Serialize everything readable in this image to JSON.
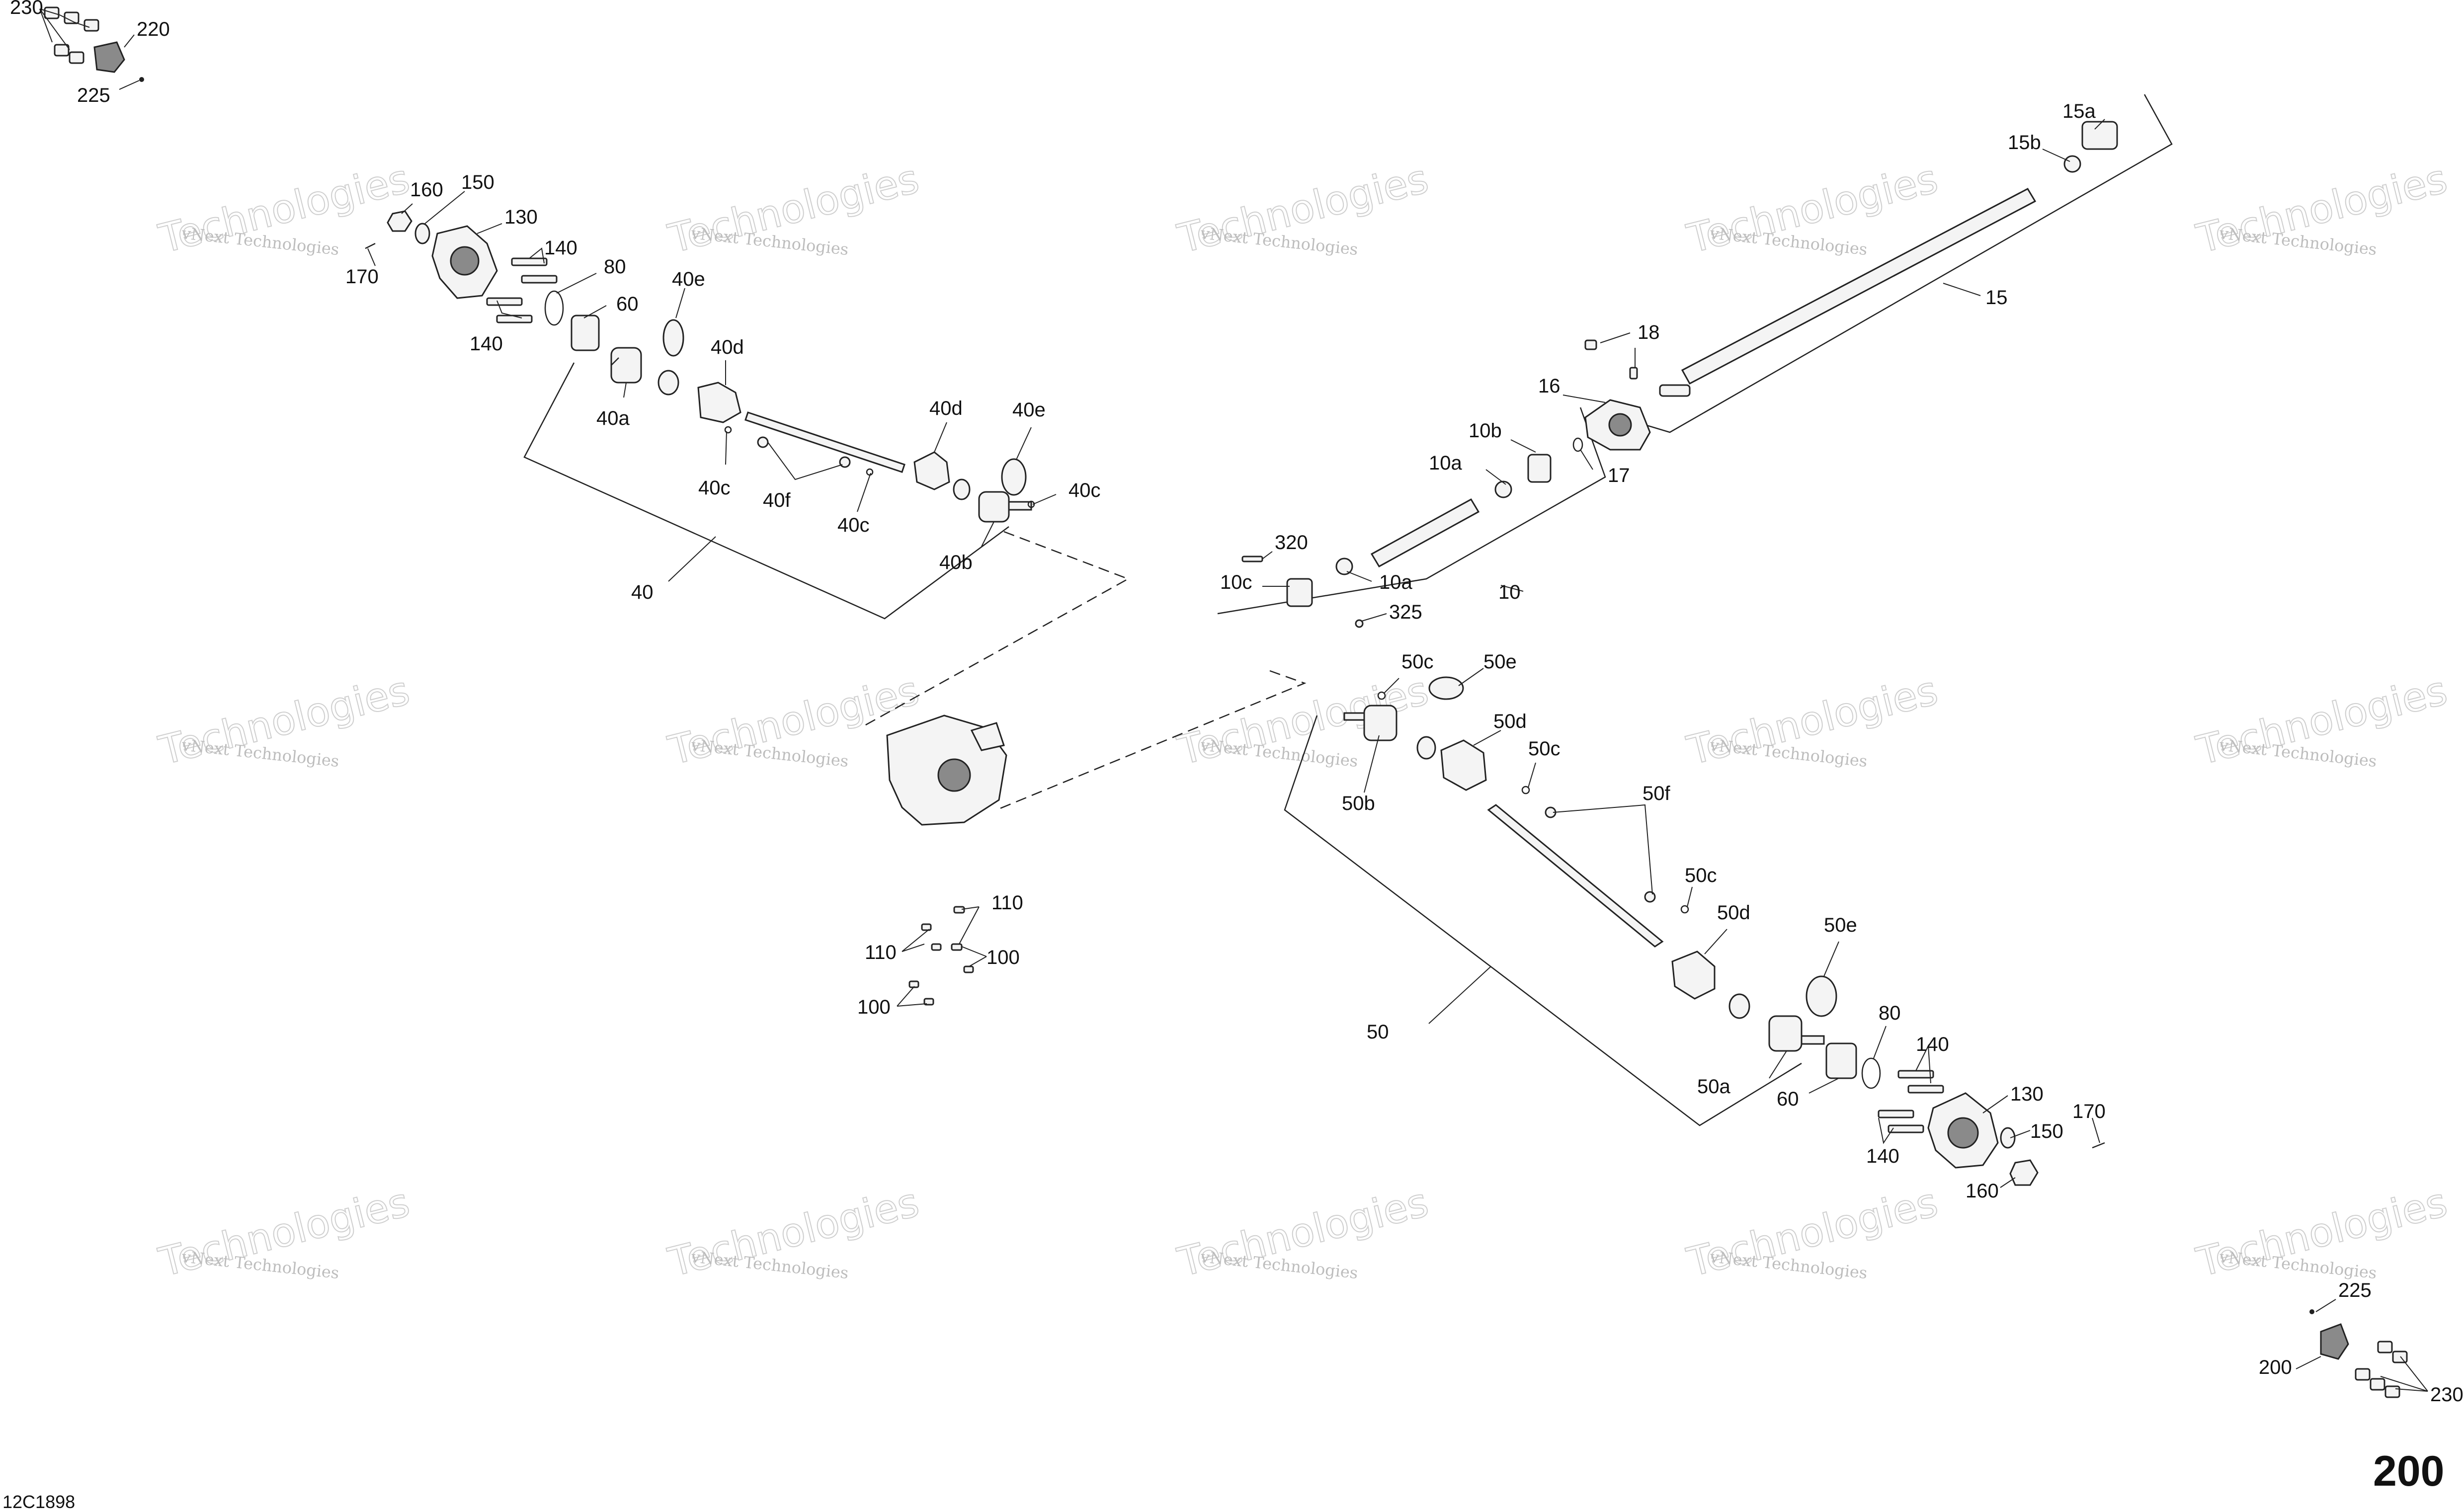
{
  "diagram": {
    "reference_code": "12C1898",
    "page_number": "200",
    "watermark": {
      "line1": "vNext Technologies",
      "line2": "Technologies"
    },
    "callouts": {
      "c230_tl": "230",
      "c220": "220",
      "c225_tl": "225",
      "c160_l": "160",
      "c150_l": "150",
      "c130_l": "130",
      "c140_l1": "140",
      "c140_l2": "140",
      "c170_l": "170",
      "c80_l": "80",
      "c60_l": "60",
      "c40e_a": "40e",
      "c40d_a": "40d",
      "c40a": "40a",
      "c40c_a": "40c",
      "c40f": "40f",
      "c40c_b": "40c",
      "c40d_b": "40d",
      "c40e_b": "40e",
      "c40c_c": "40c",
      "c40b": "40b",
      "c40": "40",
      "c15a": "15a",
      "c15b": "15b",
      "c15": "15",
      "c18": "18",
      "c16": "16",
      "c17": "17",
      "c10b": "10b",
      "c10a_a": "10a",
      "c320": "320",
      "c10c": "10c",
      "c10a_b": "10a",
      "c325": "325",
      "c10": "10",
      "c50c_a": "50c",
      "c50e_a": "50e",
      "c50d_a": "50d",
      "c50c_b": "50c",
      "c50b": "50b",
      "c50f": "50f",
      "c50c_c": "50c",
      "c50d_b": "50d",
      "c50e_b": "50e",
      "c50": "50",
      "c50a": "50a",
      "c110_a": "110",
      "c110_b": "110",
      "c100_a": "100",
      "c100_b": "100",
      "c80_r": "80",
      "c60_r": "60",
      "c140_r1": "140",
      "c140_r2": "140",
      "c130_r": "130",
      "c150_r": "150",
      "c170_r": "170",
      "c160_r": "160",
      "c225_br": "225",
      "c200": "200",
      "c230_br": "230"
    }
  }
}
